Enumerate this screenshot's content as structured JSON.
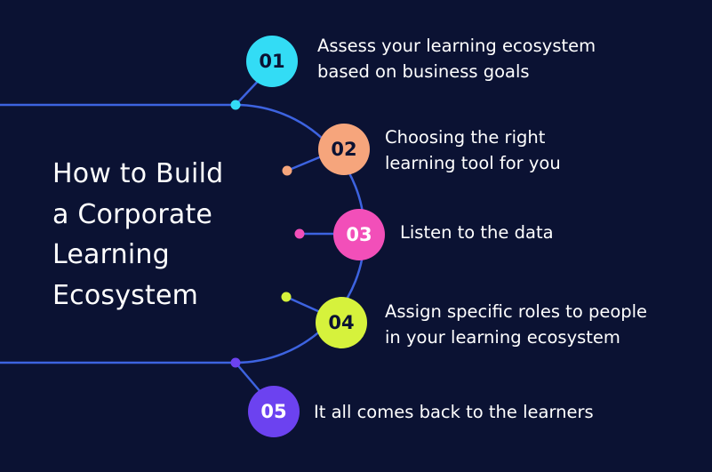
{
  "title_lines": [
    "How to Build",
    "a Corporate",
    "Learning",
    "Ecosystem"
  ],
  "colors": {
    "background": "#0b1233",
    "line": "#3d63e0",
    "step1": "#33dcf5",
    "step2": "#f6a57c",
    "step3": "#f24fb9",
    "step4": "#d6f23c",
    "step5": "#6c42f0"
  },
  "steps": [
    {
      "number": "01",
      "lines": [
        "Assess your learning ecosystem",
        "based on business goals"
      ]
    },
    {
      "number": "02",
      "lines": [
        "Choosing the right",
        "learning tool for you"
      ]
    },
    {
      "number": "03",
      "lines": [
        "Listen to the data"
      ]
    },
    {
      "number": "04",
      "lines": [
        "Assign specific roles to people",
        "in your learning ecosystem"
      ]
    },
    {
      "number": "05",
      "lines": [
        "It all comes back to the learners"
      ]
    }
  ]
}
